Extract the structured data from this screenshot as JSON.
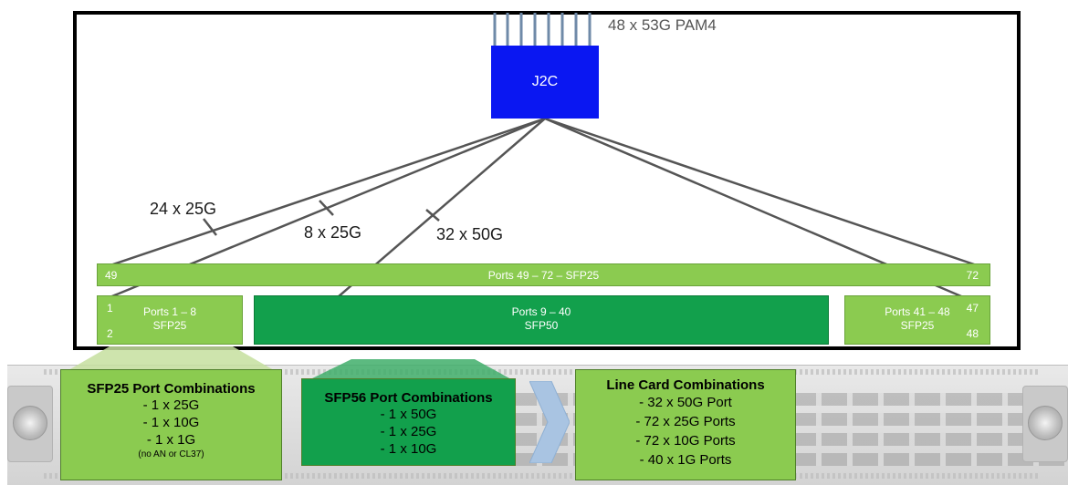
{
  "diagram": {
    "chip_label": "J2C",
    "serdes_label": "48 x 53G PAM4",
    "link_labels": [
      "24 x 25G",
      "8 x 25G",
      "32 x 50G"
    ],
    "bar": {
      "left_num": "49",
      "label": "Ports 49 – 72 – SFP25",
      "right_num": "72"
    },
    "block_left": {
      "line1": "Ports 1 – 8",
      "line2": "SFP25",
      "num_top": "1",
      "num_bottom": "2"
    },
    "block_mid": {
      "line1": "Ports 9 – 40",
      "line2": "SFP50"
    },
    "block_right": {
      "line1": "Ports 41 – 48",
      "line2": "SFP25",
      "num_top": "47",
      "num_bottom": "48"
    }
  },
  "sfp25_box": {
    "title": "SFP25 Port Combinations",
    "items": [
      "- 1 x 25G",
      "- 1 x 10G",
      "- 1 x 1G"
    ],
    "note": "(no AN or CL37)"
  },
  "sfp56_box": {
    "title": "SFP56 Port Combinations",
    "items": [
      "- 1 x 50G",
      "- 1 x 25G",
      "- 1 x 10G"
    ]
  },
  "line_card_box": {
    "title": "Line Card Combinations",
    "items": [
      "- 32 x 50G Port",
      "- 72 x 25G Ports",
      "- 72 x 10G Ports",
      "- 40 x 1G Ports"
    ]
  },
  "colors": {
    "chip": "#0a17f2",
    "light_green": "#8bcb50",
    "dark_green": "#12a04c",
    "chevron": "#a9c4e2"
  }
}
